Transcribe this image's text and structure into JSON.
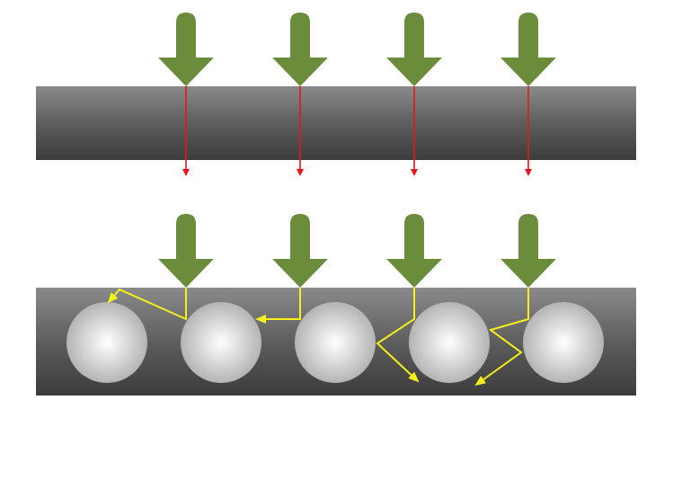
{
  "diagram": {
    "colors": {
      "background": "#ffffff",
      "slab_dark": "#3c3c3c",
      "slab_light": "#8a8a8a",
      "incident_arrow": "#6b8c3a",
      "transmitted_ray": "#e8141c",
      "scattered_ray": "#f5ef1a",
      "particle_center": "#ffffff",
      "particle_edge": "#b4b4b4"
    },
    "panels": [
      {
        "name": "clear-slab",
        "incident_count": 4,
        "particles": 0,
        "ray_type": "transmitted-straight"
      },
      {
        "name": "scattering-slab",
        "incident_count": 4,
        "particles": 5,
        "ray_type": "scattered-zigzag"
      }
    ]
  }
}
